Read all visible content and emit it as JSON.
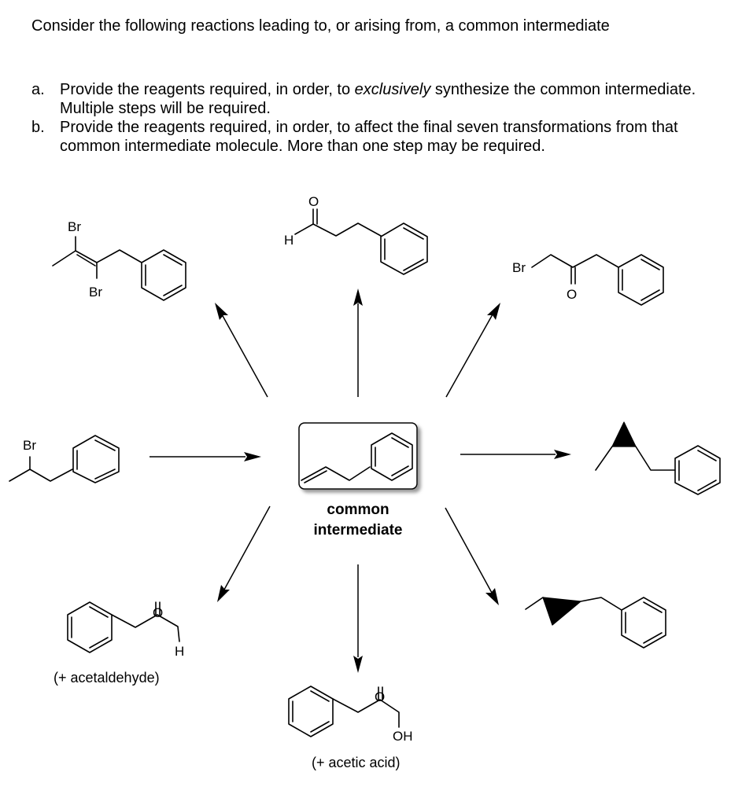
{
  "prompt": {
    "intro": "Consider the following reactions leading to, or arising from, a common intermediate"
  },
  "questions": [
    {
      "label": "a.",
      "pre": "Provide the reagents required, in order, to ",
      "emph": "exclusively",
      "post": " synthesize the common intermediate.  Multiple steps will be required."
    },
    {
      "label": "b.",
      "pre": "Provide the reagents required, in order, to affect the final seven transformations from that common intermediate molecule.  More than one step may be required.",
      "emph": "",
      "post": ""
    }
  ],
  "scheme": {
    "intermediate": {
      "label_line1": "common",
      "label_line2": "intermediate"
    },
    "atoms": {
      "br": "Br",
      "h": "H",
      "o": "O",
      "oh": "OH"
    },
    "captions": {
      "aldehyde_byproduct": "(+ acetaldehyde)",
      "acid_byproduct": "(+ acetic acid)"
    }
  }
}
